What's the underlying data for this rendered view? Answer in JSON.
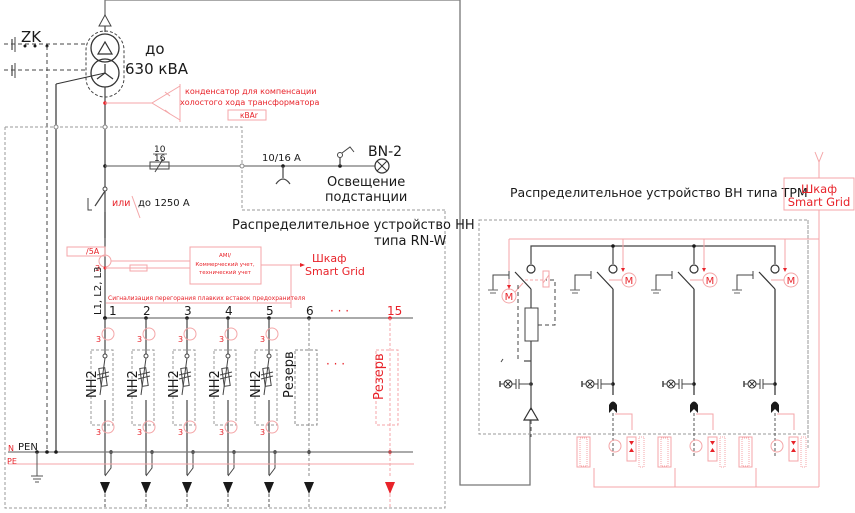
{
  "transformer": {
    "zk_label": "ZK",
    "rating_line1": "до",
    "rating_line2": "630 кВА"
  },
  "capacitor": {
    "label_line1": "конденсатор для компенсации",
    "label_line2": "холостого хода трансформатора",
    "unit": "кВАr"
  },
  "lighting": {
    "fuse_top": "10",
    "fuse_bottom": "16",
    "breaker_rating": "10/16 A",
    "lamp_id": "BN-2",
    "label_line1": "Освещение",
    "label_line2": "подстанции"
  },
  "main_switch": {
    "or_label": "или",
    "rating": "до 1250 A"
  },
  "lv_switchgear": {
    "title_line1": "Распределительное устройство НН",
    "title_line2": "типа RN-W",
    "ct_ratio": "/5A",
    "ct_count": "3",
    "meter_line1": "AMI/",
    "meter_line2": "Коммерческий учет,",
    "meter_line3": "технический учет",
    "smart_grid_line1": "Шкаф",
    "smart_grid_line2": "Smart Grid",
    "fuse_signal_label": "Сигнализация перегорания плавких вставок предохранителя",
    "bus_label": "L1, L2, L3",
    "ellipsis": "· · ·",
    "feeders": [
      {
        "num": "1",
        "type": "NH2",
        "ct": "3"
      },
      {
        "num": "2",
        "type": "NH2",
        "ct": "3"
      },
      {
        "num": "3",
        "type": "NH2",
        "ct": "3"
      },
      {
        "num": "4",
        "type": "NH2",
        "ct": "3"
      },
      {
        "num": "5",
        "type": "NH2",
        "ct": "3"
      },
      {
        "num": "6",
        "type": "Резерв"
      },
      {
        "num": "15",
        "type": "Резерв"
      }
    ],
    "n_label": "N",
    "pen_label": "PEN",
    "pe_label": "PE"
  },
  "mv_switchgear": {
    "title": "Распределительное устройство ВН типа TPM",
    "smart_grid_line1": "Шкаф",
    "smart_grid_line2": "Smart Grid",
    "motor_label": "M",
    "bay_count": 4
  }
}
